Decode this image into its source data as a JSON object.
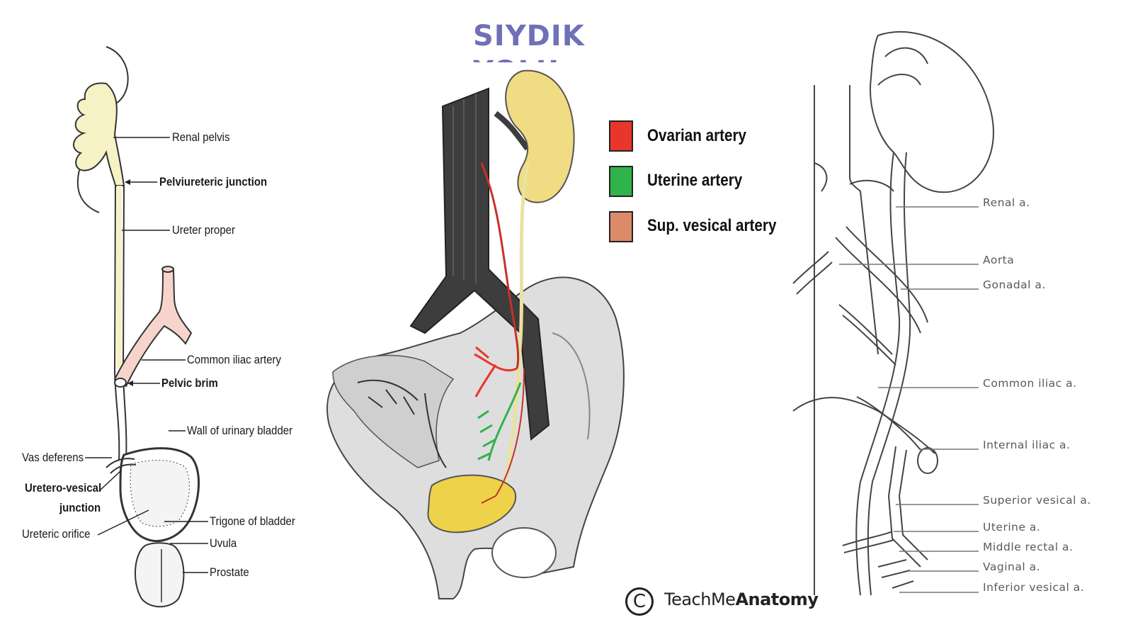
{
  "title": "SIYDIK YOLU",
  "left_panel": {
    "labels": {
      "renal_pelvis": "Renal pelvis",
      "pelviureteric_junction": "Pelviureteric junction",
      "ureter_proper": "Ureter proper",
      "common_iliac_artery": "Common iliac artery",
      "pelvic_brim": "Pelvic brim",
      "wall_of_urinary_bladder": "Wall of urinary bladder",
      "vas_deferens": "Vas deferens",
      "uretero_vesical_1": "Uretero-vesical",
      "uretero_vesical_2": "junction",
      "ureteric_orifice": "Ureteric orifice",
      "trigone_of_bladder": "Trigone of bladder",
      "uvula": "Uvula",
      "prostate": "Prostate"
    }
  },
  "legend": {
    "items": [
      {
        "label": "Ovarian artery",
        "color": "#e8362a"
      },
      {
        "label": "Uterine artery",
        "color": "#2fb34a"
      },
      {
        "label": "Sup. vesical artery",
        "color": "#dd8a6a"
      }
    ]
  },
  "credit": {
    "prefix": "TeachMe",
    "brand": "Anatomy",
    "symbol": "C"
  },
  "right_panel": {
    "labels": {
      "renal": "Renal a.",
      "aorta": "Aorta",
      "gonadal": "Gonadal a.",
      "common_iliac": "Common iliac a.",
      "internal_iliac": "Internal iliac a.",
      "superior_vesical": "Superior vesical a.",
      "uterine": "Uterine a.",
      "middle_rectal": "Middle rectal a.",
      "vaginal": "Vaginal a.",
      "inferior_vesical": "Inferior vesical a."
    }
  },
  "colors": {
    "title": "#7070b8",
    "kidney": "#f0dc82",
    "aorta": "#3a3a3a",
    "pelvis_bone": "#d8d8d8",
    "iliac_pink": "#f6d4cc"
  }
}
